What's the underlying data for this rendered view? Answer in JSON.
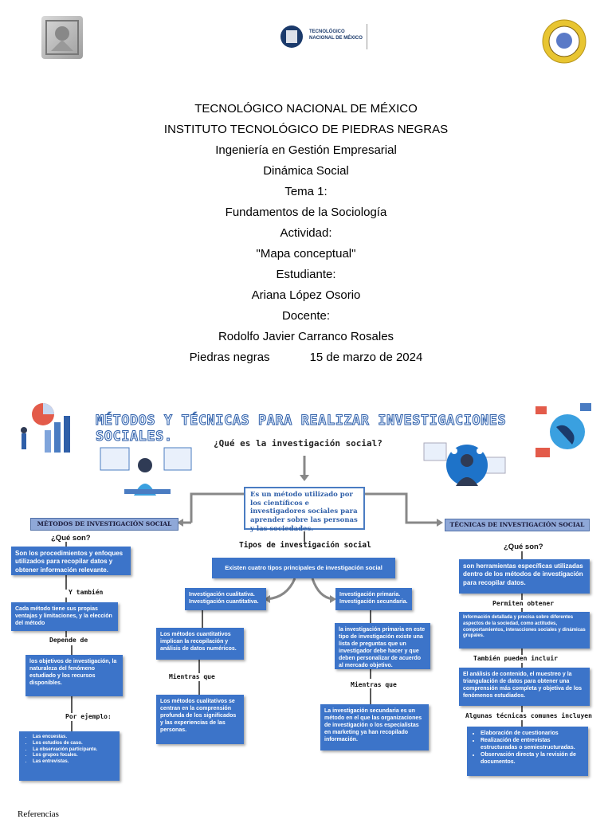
{
  "cover": {
    "lines": [
      "TECNOLÓGICO NACIONAL DE MÉXICO",
      "INSTITUTO TECNOLÓGICO DE PIEDRAS NEGRAS",
      "Ingeniería en Gestión Empresarial",
      "Dinámica Social",
      "Tema 1:",
      "Fundamentos de la Sociología",
      "Actividad:",
      "\"Mapa conceptual\"",
      "Estudiante:",
      "Ariana López Osorio",
      "Docente:",
      "Rodolfo Javier Carranco Rosales"
    ],
    "place": "Piedras negras",
    "date": "15 de marzo de 2024"
  },
  "logos": {
    "center_text_1": "TECNOLÓGICO",
    "center_text_2": "NACIONAL DE MÉXICO"
  },
  "map": {
    "title": "MÉTODOS Y TÉCNICAS PARA REALIZAR INVESTIGACIONES SOCIALES.",
    "question": "¿Qué es la investigación social?",
    "definition": "Es un método utilizado por los científicos e investigadores sociales para aprender sobre las personas y las sociedades.",
    "types_label": "Tipos de investigación social",
    "types_box": "Existen cuatro tipos principales de investigación social",
    "left": {
      "header": "MÉTODOS DE INVESTIGACIÓN SOCIAL",
      "q": "¿Qué son?",
      "box1": "Son los procedimientos y enfoques utilizados para recopilar datos y obtener información relevante.",
      "lbl1": "Y también",
      "box2": "Cada método tiene sus propias ventajas y limitaciones, y la elección del método",
      "lbl2": "Depende de",
      "box3": "los objetivos de investigación, la naturaleza del fenómeno estudiado y los recursos disponibles.",
      "lbl3": "Por ejemplo:",
      "list": [
        "Las encuestas.",
        "Los estudios de caso.",
        "La observación participante.",
        "Los grupos focales.",
        "Las entrevistas."
      ]
    },
    "middle_left": {
      "box1": "Investigación cualitativa. Investigación cuantitativa.",
      "box2": "Los métodos cuantitativos implican la recopilación y análisis de datos numéricos.",
      "lbl": "Mientras que",
      "box3": "Los métodos cualitativos se centran en la comprensión profunda de los significados y las experiencias de las personas."
    },
    "middle_right": {
      "box1": "Investigación primaria. Investigación secundaria.",
      "box2": "la investigación primaria en este tipo de investigación existe una lista de preguntas que un investigador debe hacer y que deben personalizar de acuerdo al mercado objetivo.",
      "lbl": "Mientras que",
      "box3": "La investigación secundaria es un método en el que las organizaciones de investigación o los especialistas en marketing ya han recopilado información."
    },
    "right": {
      "header": "TÉCNICAS DE INVESTIGACIÓN SOCIAL",
      "q": "¿Qué son?",
      "box1": "son herramientas específicas utilizadas dentro de los métodos de investigación para recopilar datos.",
      "lbl1": "Permiten obtener",
      "box2": "Información detallada y precisa sobre diferentes aspectos de la sociedad, como actitudes, comportamientos, interacciones sociales y dinámicas grupales.",
      "lbl2": "También pueden incluir",
      "box3": "El análisis de contenido, el muestreo y la triangulación de datos para obtener una comprensión más completa y objetiva de los fenómenos estudiados.",
      "lbl3": "Algunas técnicas comunes incluyen",
      "list": [
        "Elaboración de cuestionarios",
        "Realización de entrevistas estructuradas o semiestructuradas.",
        "Observación directa y la revisión de documentos."
      ]
    }
  },
  "references_label": "Referencias"
}
